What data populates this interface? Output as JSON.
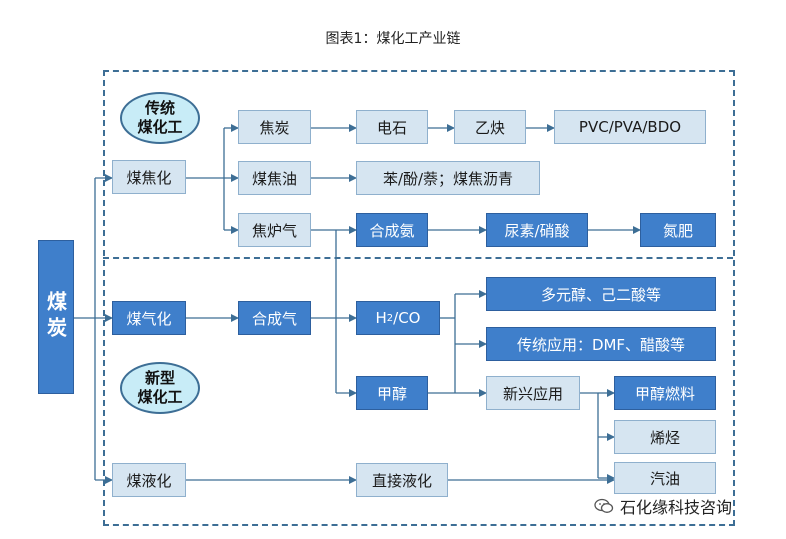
{
  "title": "图表1：煤化工产业链",
  "coal": "煤炭",
  "traditional_label": "传统\n煤化工",
  "new_label": "新型\n煤化工",
  "nodes": {
    "coking": "煤焦化",
    "coke": "焦炭",
    "carbide": "电石",
    "acetylene": "乙炔",
    "pvc": "PVC/PVA/BDO",
    "tar": "煤焦油",
    "aromatics": "苯/酚/萘；煤焦沥青",
    "coke_gas": "焦炉气",
    "ammonia": "合成氨",
    "urea": "尿素/硝酸",
    "fertilizer": "氮肥",
    "gasification": "煤气化",
    "syngas": "合成气",
    "h2co_main": "H",
    "h2co_sub": "2",
    "h2co_tail": "/CO",
    "polyols": "多元醇、己二酸等",
    "traditional_apps": "传统应用：DMF、醋酸等",
    "methanol": "甲醇",
    "emerging_apps": "新兴应用",
    "methanol_fuel": "甲醇燃料",
    "olefins": "烯烃",
    "gasoline": "汽油",
    "liquefaction": "煤液化",
    "direct_liquefaction": "直接液化"
  },
  "footer": "石化缘科技咨询",
  "colors": {
    "dark_box": "#3f7fcb",
    "light_box": "#d6e5f1",
    "line": "#3d6e95",
    "oval": "#c8ecf7"
  }
}
